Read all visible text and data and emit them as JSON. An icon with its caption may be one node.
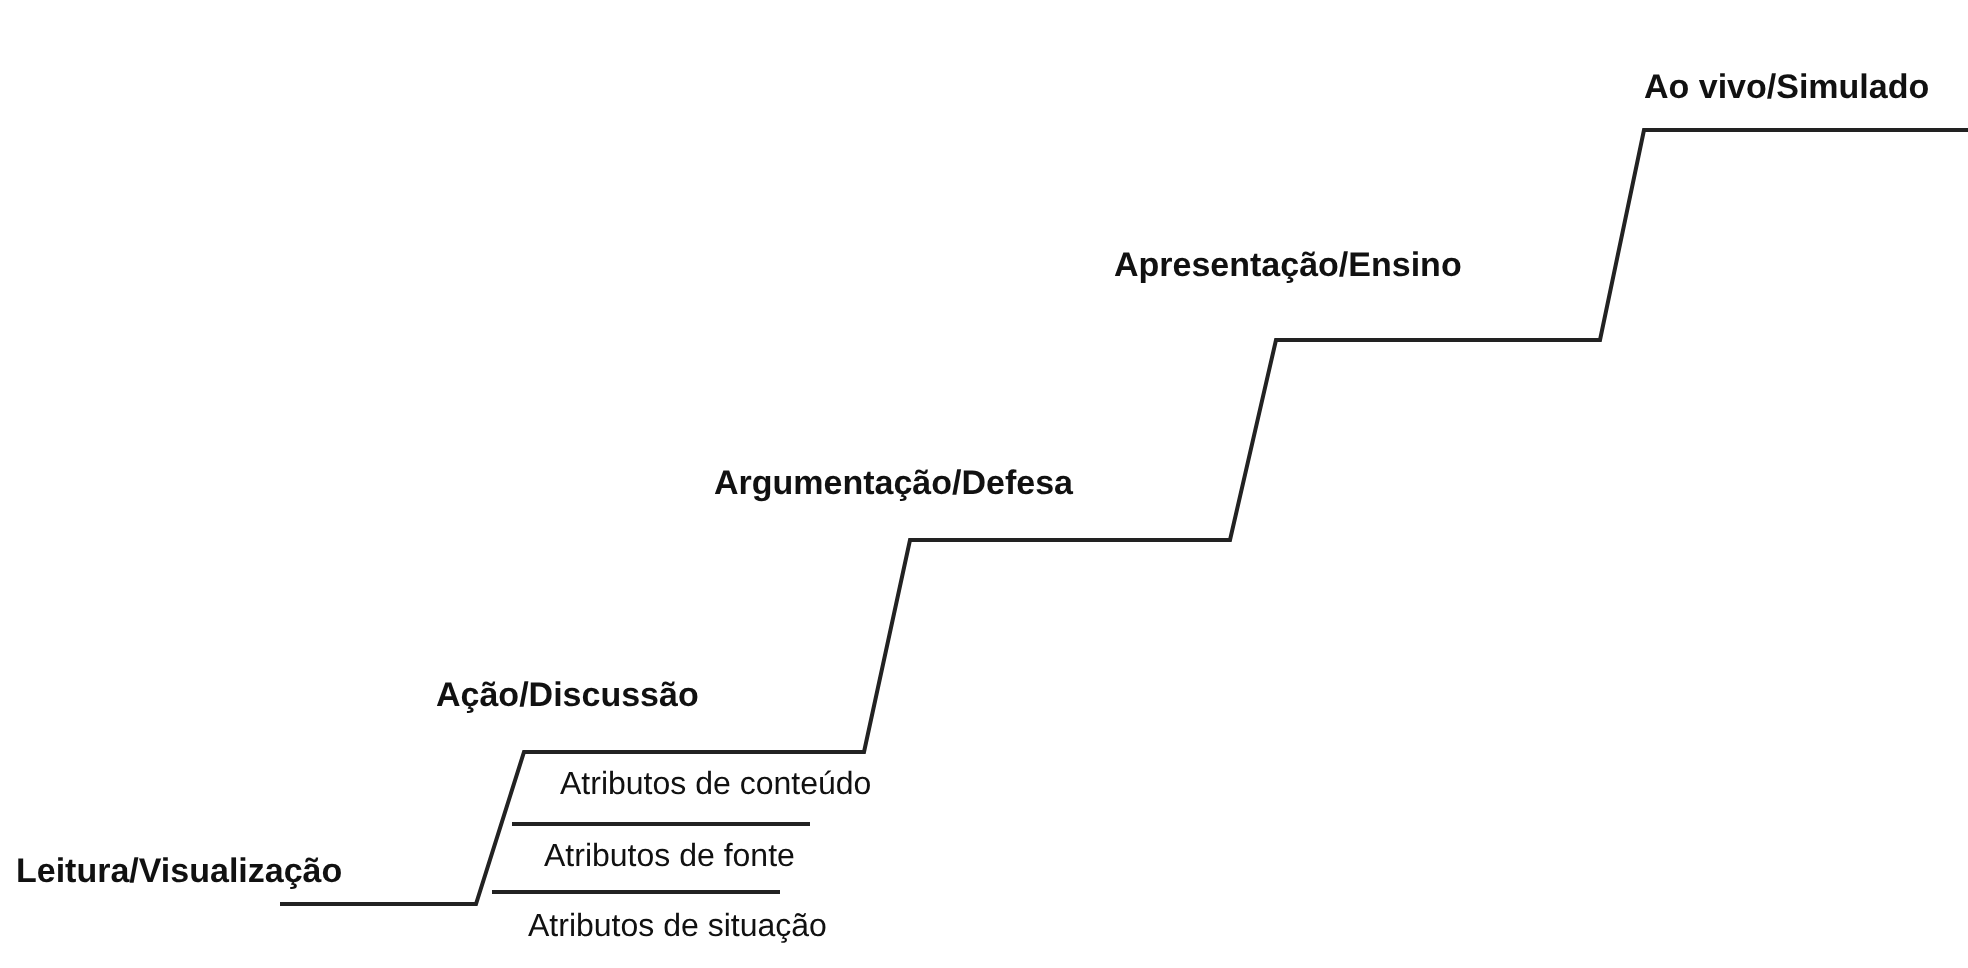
{
  "diagram": {
    "labels": [
      "Ao vivo/Simulado",
      "Apresentação/Ensino",
      "Argumentação/Defesa",
      "Ação/Discussão",
      "Atributos de conteúdo",
      "Atributos de fonte",
      "Leitura/Visualização",
      "Atributos de situação"
    ]
  }
}
